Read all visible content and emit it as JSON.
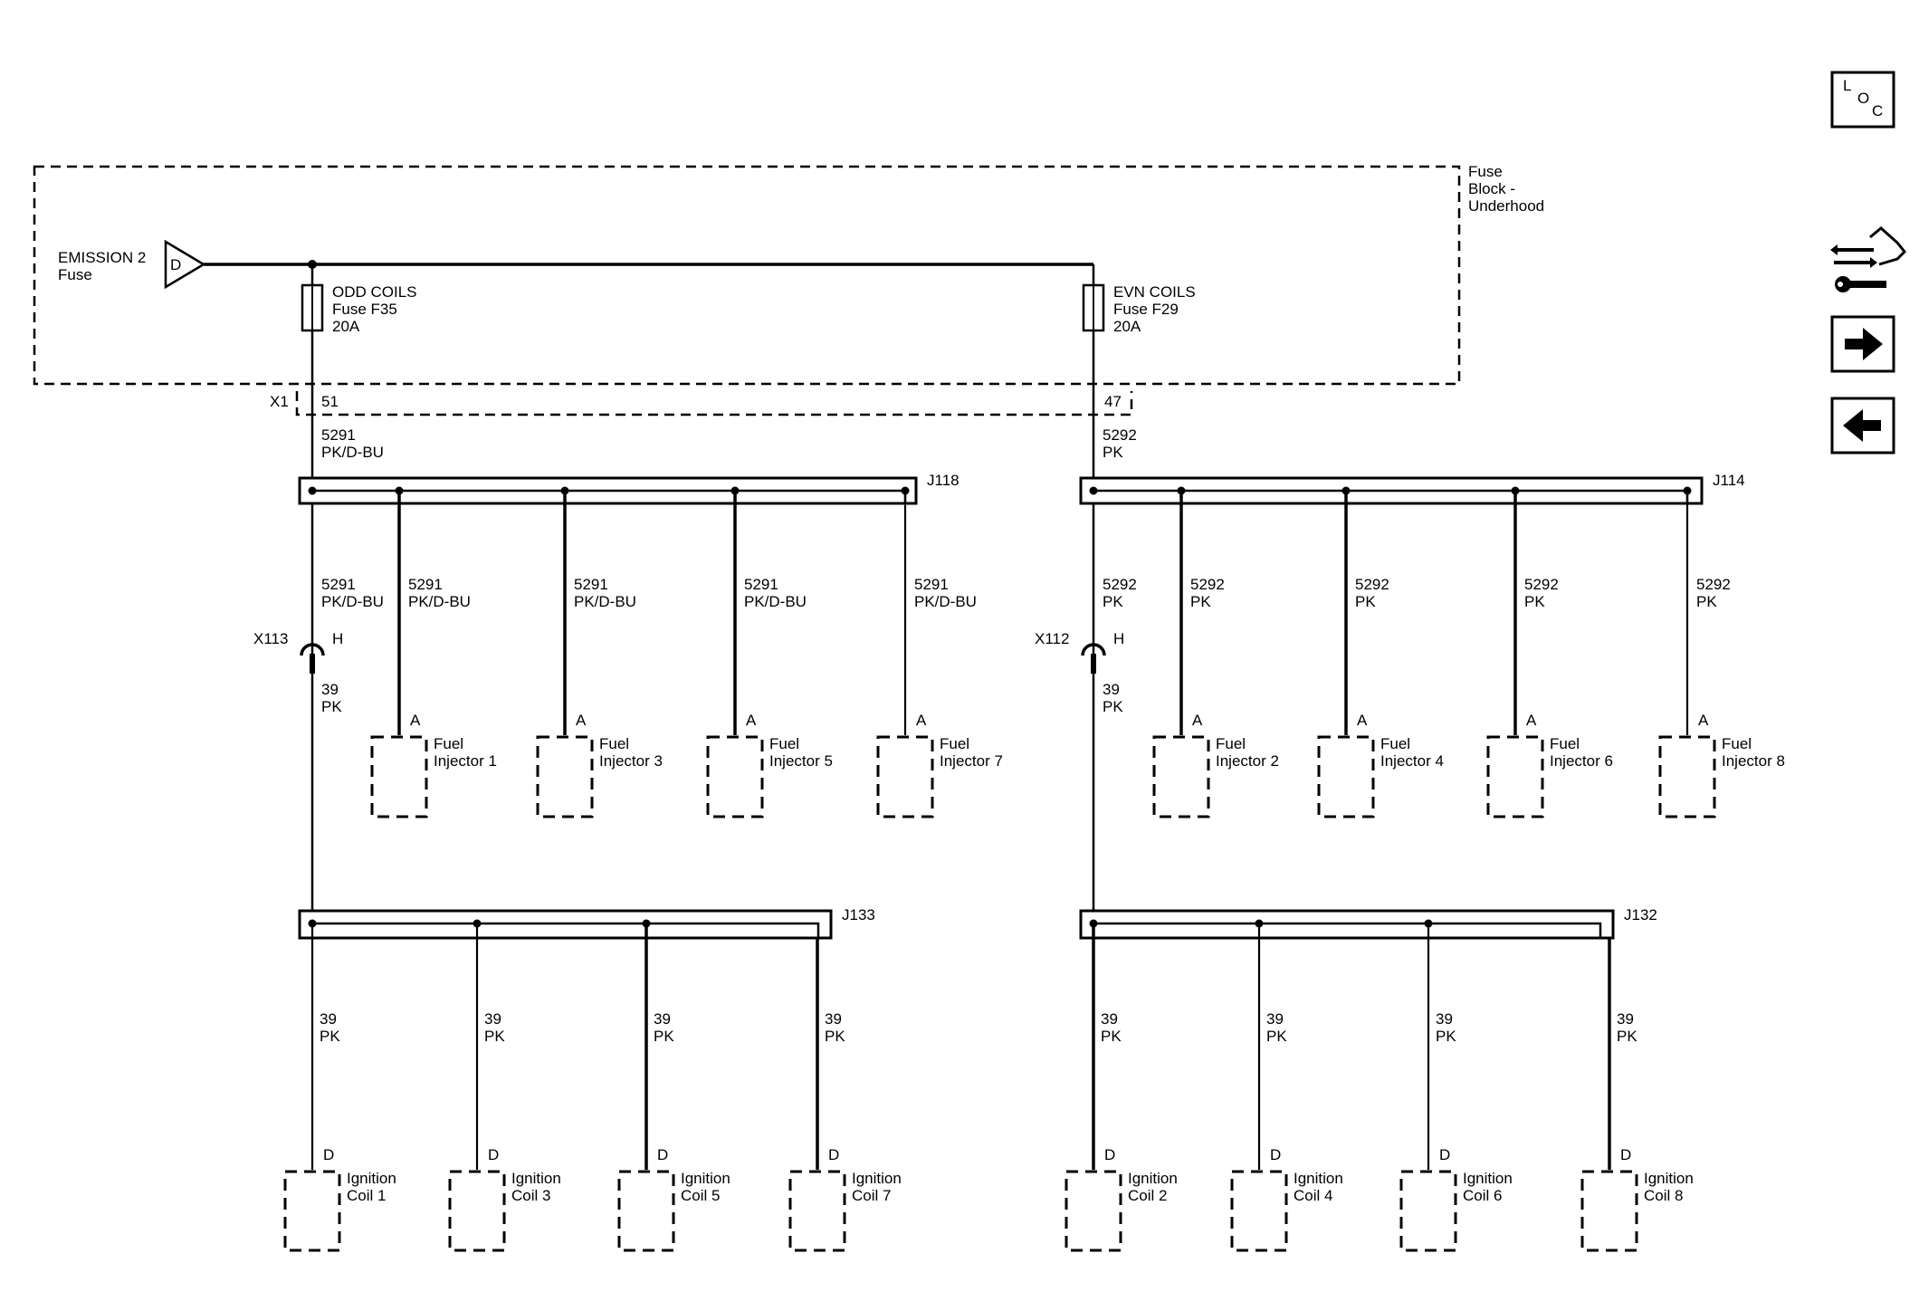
{
  "fuse_block": {
    "label_line1": "Fuse",
    "label_line2": "Block -",
    "label_line3": "Underhood"
  },
  "source": {
    "name_line1": "EMISSION 2",
    "name_line2": "Fuse",
    "connector_letter": "D"
  },
  "fuse_odd": {
    "name": "ODD COILS",
    "id": "Fuse F35",
    "rating": "20A"
  },
  "fuse_even": {
    "name": "EVN COILS",
    "id": "Fuse F29",
    "rating": "20A"
  },
  "connector_x1": {
    "label": "X1",
    "pin_odd": "51",
    "pin_even": "47"
  },
  "odd": {
    "circuit": "5291",
    "color": "PK/D-BU",
    "splice_injectors": "J118",
    "inline_connector": "X113",
    "inline_pin": "H",
    "coil_circuit": "39",
    "coil_color": "PK",
    "splice_coils": "J133",
    "injector_pin": "A",
    "injectors": [
      {
        "line1": "Fuel",
        "line2": "Injector 1"
      },
      {
        "line1": "Fuel",
        "line2": "Injector 3"
      },
      {
        "line1": "Fuel",
        "line2": "Injector 5"
      },
      {
        "line1": "Fuel",
        "line2": "Injector 7"
      }
    ],
    "coil_pin": "D",
    "coils": [
      {
        "line1": "Ignition",
        "line2": "Coil 1"
      },
      {
        "line1": "Ignition",
        "line2": "Coil 3"
      },
      {
        "line1": "Ignition",
        "line2": "Coil 5"
      },
      {
        "line1": "Ignition",
        "line2": "Coil 7"
      }
    ]
  },
  "even": {
    "circuit": "5292",
    "color": "PK",
    "splice_injectors": "J114",
    "inline_connector": "X112",
    "inline_pin": "H",
    "coil_circuit": "39",
    "coil_color": "PK",
    "splice_coils": "J132",
    "injector_pin": "A",
    "injectors": [
      {
        "line1": "Fuel",
        "line2": "Injector 2"
      },
      {
        "line1": "Fuel",
        "line2": "Injector 4"
      },
      {
        "line1": "Fuel",
        "line2": "Injector 6"
      },
      {
        "line1": "Fuel",
        "line2": "Injector 8"
      }
    ],
    "coil_pin": "D",
    "coils": [
      {
        "line1": "Ignition",
        "line2": "Coil 2"
      },
      {
        "line1": "Ignition",
        "line2": "Coil 4"
      },
      {
        "line1": "Ignition",
        "line2": "Coil 6"
      },
      {
        "line1": "Ignition",
        "line2": "Coil 8"
      }
    ]
  },
  "loc_button": {
    "l": "L",
    "o": "O",
    "c": "C"
  },
  "icons": {
    "connector_info": "connector-wrench-icon",
    "next": "arrow-right-icon",
    "previous": "arrow-left-icon"
  },
  "colors": {
    "line": "#000000",
    "background": "#ffffff"
  }
}
